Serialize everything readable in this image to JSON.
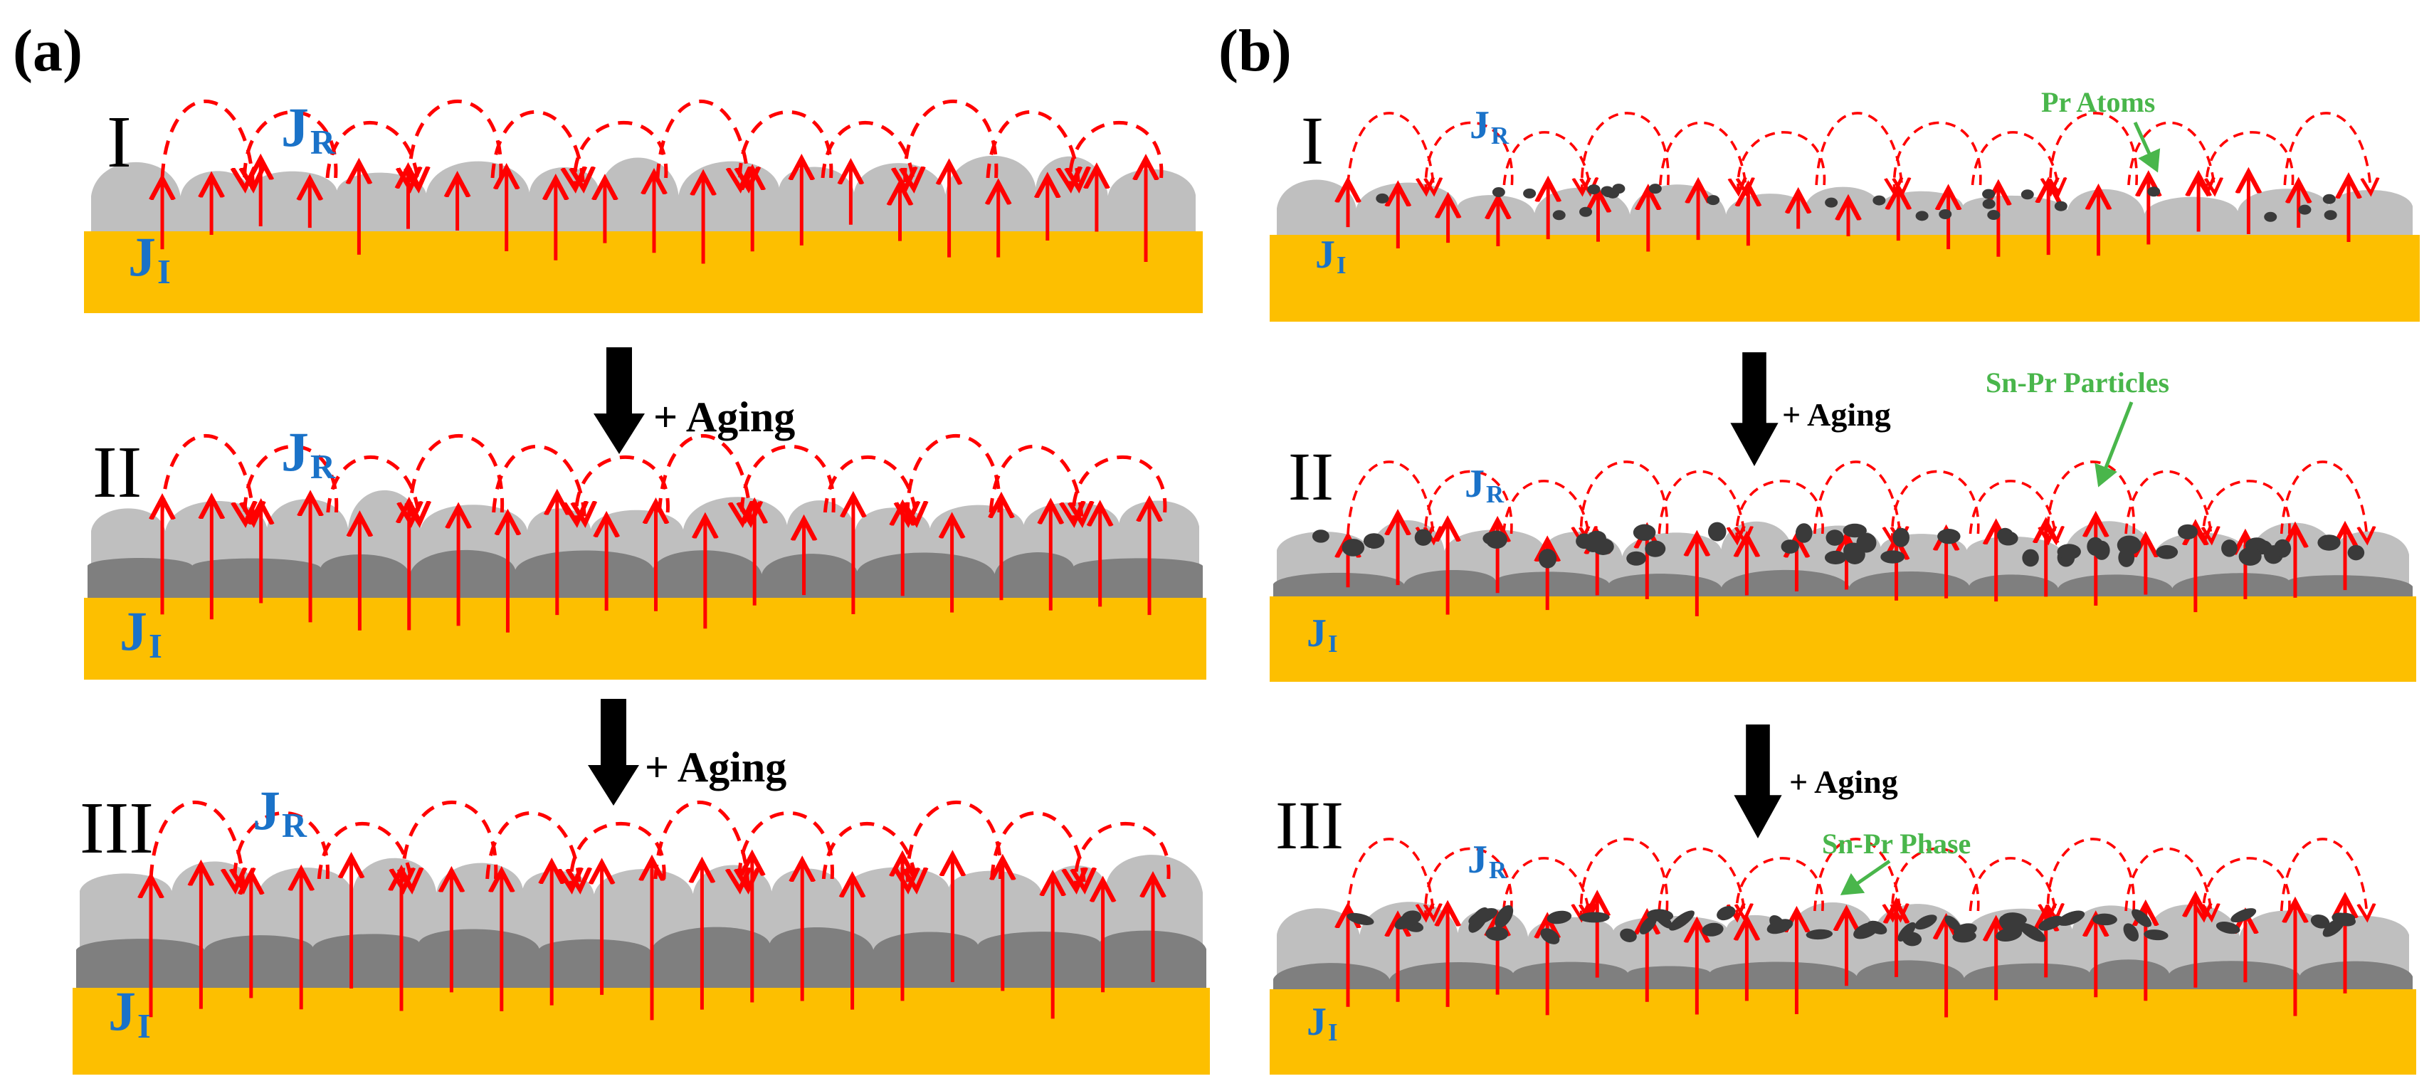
{
  "figure": {
    "panels": [
      {
        "label": "(a)",
        "stages": [
          {
            "numeral": "I",
            "flux_reflected": "J",
            "flux_reflected_sub": "R",
            "flux_incident": "J",
            "flux_incident_sub": "I"
          },
          {
            "numeral": "II",
            "flux_reflected": "J",
            "flux_reflected_sub": "R",
            "flux_incident": "J",
            "flux_incident_sub": "I"
          },
          {
            "numeral": "III",
            "flux_reflected": "J",
            "flux_reflected_sub": "R",
            "flux_incident": "J",
            "flux_incident_sub": "I"
          }
        ],
        "aging_labels": [
          "+ Aging",
          "+ Aging"
        ]
      },
      {
        "label": "(b)",
        "stages": [
          {
            "numeral": "I",
            "flux_reflected": "J",
            "flux_reflected_sub": "R",
            "flux_incident": "J",
            "flux_incident_sub": "I"
          },
          {
            "numeral": "II",
            "flux_reflected": "J",
            "flux_reflected_sub": "R",
            "flux_incident": "J",
            "flux_incident_sub": "I"
          },
          {
            "numeral": "III",
            "flux_reflected": "J",
            "flux_reflected_sub": "R",
            "flux_incident": "J",
            "flux_incident_sub": "I"
          }
        ],
        "aging_labels": [
          "+ Aging",
          "+ Aging"
        ],
        "annotations": [
          "Pr Atoms",
          "Sn-Pr Particles",
          "Sn-Pr Phase"
        ]
      }
    ],
    "colors": {
      "substrate": "#fdbf00",
      "grain": "#bfbfbf",
      "imc_layer": "#7f7f7f",
      "arrow": "#ff0000",
      "particle": "#3a3a3a",
      "flux_label": "#1a72c8",
      "annotation": "#49b64b",
      "aging_arrow": "#000000"
    }
  }
}
